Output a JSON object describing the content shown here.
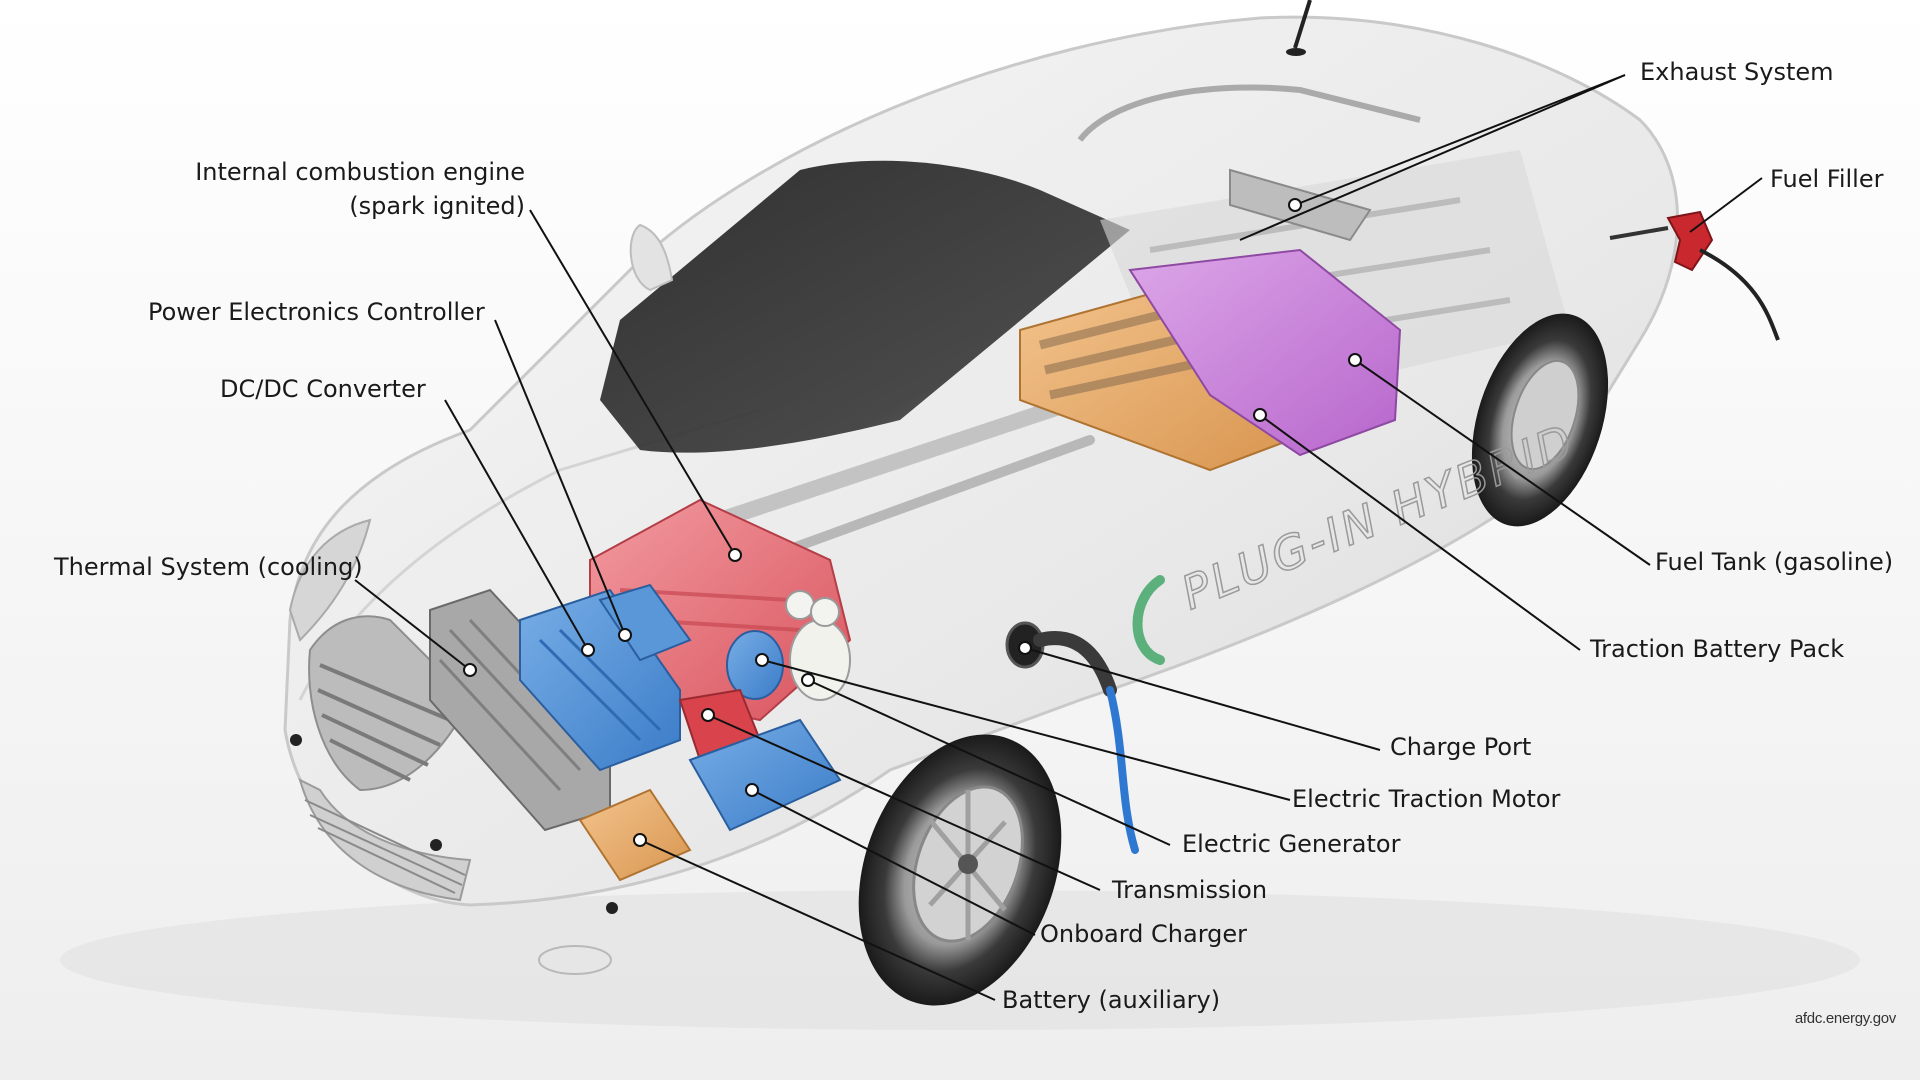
{
  "labels": {
    "ice_engine_line1": "Internal combustion engine",
    "ice_engine_line2": "(spark ignited)",
    "power_electronics": "Power Electronics Controller",
    "dcdc": "DC/DC Converter",
    "thermal": "Thermal System (cooling)",
    "exhaust": "Exhaust System",
    "fuel_filler": "Fuel Filler",
    "fuel_tank": "Fuel Tank (gasoline)",
    "traction_battery": "Traction Battery Pack",
    "charge_port": "Charge Port",
    "traction_motor": "Electric Traction Motor",
    "generator": "Electric Generator",
    "transmission": "Transmission",
    "onboard_charger": "Onboard Charger",
    "aux_battery": "Battery (auxiliary)"
  },
  "car_decal": "PLUG-IN HYBRID",
  "source_credit": "afdc.energy.gov",
  "colors": {
    "engine": "#e8727a",
    "electronics_blue": "#4c8fd6",
    "battery_orange": "#e5a866",
    "fuel_tank_purple": "#c77fd6",
    "charge_cable": "#2f78d2",
    "fuel_nozzle": "#c8282e",
    "leader_line": "#111111"
  }
}
